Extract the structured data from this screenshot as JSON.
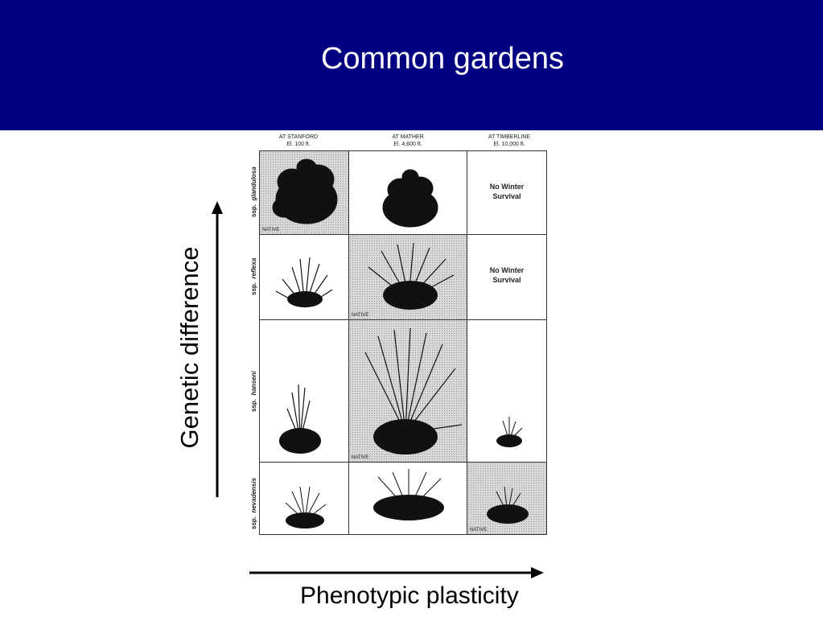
{
  "slide": {
    "title": "Common gardens",
    "y_axis_label": "Genetic difference",
    "x_axis_label": "Phenotypic plasticity"
  },
  "figure": {
    "sites": [
      {
        "line1": "AT STANFORD",
        "line2": "El.  100 ft."
      },
      {
        "line1": "AT MATHER",
        "line2": "El.  4,600 ft."
      },
      {
        "line1": "AT TIMBERLINE",
        "line2": "El.  10,000 ft."
      }
    ],
    "subspecies": [
      {
        "prefix": "ssp.",
        "name": "glandulosa"
      },
      {
        "prefix": "ssp.",
        "name": "reflexa"
      },
      {
        "prefix": "ssp.",
        "name": "hanseni"
      },
      {
        "prefix": "ssp.",
        "name": "nevadensis"
      }
    ],
    "native_label": "NATIVE",
    "no_survival_line1": "No Winter",
    "no_survival_line2": "Survival",
    "colors": {
      "header": "#000080",
      "native_shade": "#d9d9d9",
      "plant": "#111111"
    }
  }
}
